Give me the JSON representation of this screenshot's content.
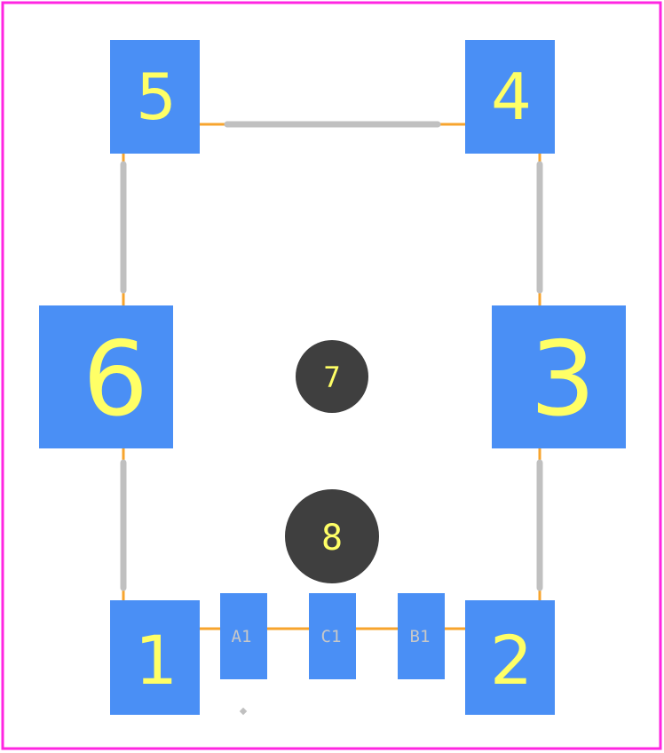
{
  "colors": {
    "background": "#ffffff",
    "board_outline": "#ff26e2",
    "pad": "#4a8ff5",
    "pad_label": "#ffff66",
    "hole": "#3f3f3f",
    "hole_label": "#ffff66",
    "small_pad_label": "#c8c8c8",
    "silkscreen": "#c0c0c0",
    "trace": "#f7a42d"
  },
  "pads": {
    "p1": "1",
    "p2": "2",
    "p3": "3",
    "p4": "4",
    "p5": "5",
    "p6": "6"
  },
  "holes": {
    "h7": "7",
    "h8": "8"
  },
  "small_pads": {
    "a1": "A1",
    "c1": "C1",
    "b1": "B1"
  }
}
